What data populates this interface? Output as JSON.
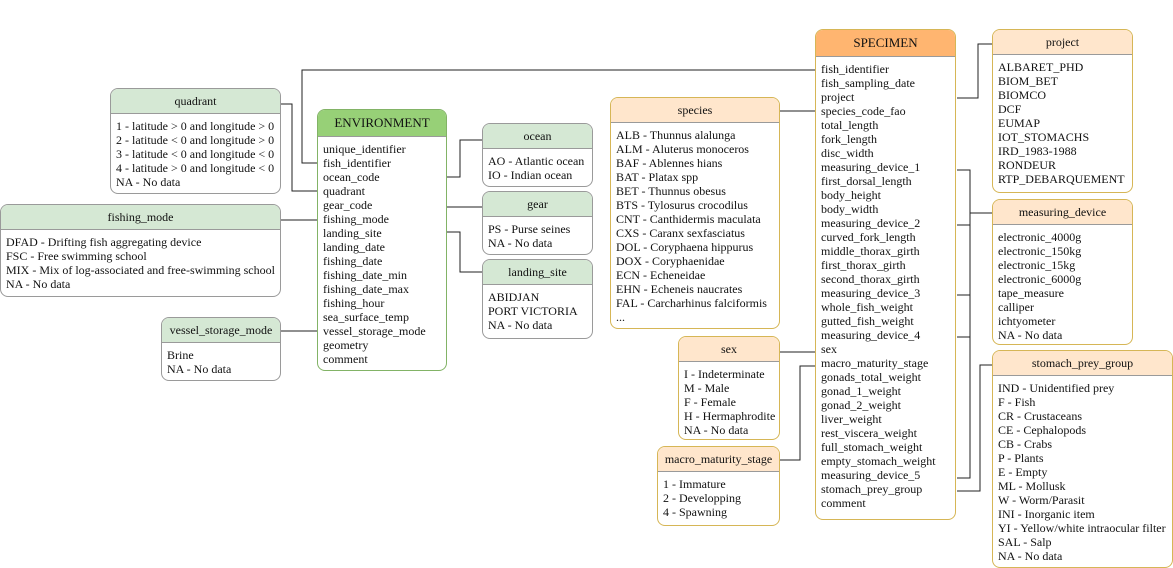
{
  "tables": {
    "quadrant": {
      "title": "quadrant",
      "rows": [
        "1 - latitude > 0 and longitude > 0",
        "2 - latitude < 0 and longitude > 0",
        "3 - latitude < 0 and longitude < 0",
        "4 - latitude > 0 and longitude < 0",
        "NA - No data"
      ]
    },
    "fishing_mode": {
      "title": "fishing_mode",
      "rows": [
        "DFAD - Drifting fish aggregating device",
        "FSC - Free swimming school",
        "MIX - Mix of log-associated and free-swimming school",
        "NA - No data"
      ]
    },
    "vessel_storage_mode": {
      "title": "vessel_storage_mode",
      "rows": [
        "Brine",
        "NA - No data"
      ]
    },
    "environment": {
      "title": "ENVIRONMENT",
      "rows": [
        "unique_identifier",
        "fish_identifier",
        "ocean_code",
        "quadrant",
        "gear_code",
        "fishing_mode",
        "landing_site",
        "landing_date",
        "fishing_date",
        "fishing_date_min",
        "fishing_date_max",
        "fishing_hour",
        "sea_surface_temp",
        "vessel_storage_mode",
        "geometry",
        "comment"
      ]
    },
    "ocean": {
      "title": "ocean",
      "rows": [
        "AO - Atlantic ocean",
        "IO - Indian ocean"
      ]
    },
    "gear": {
      "title": "gear",
      "rows": [
        "PS - Purse seines",
        "NA - No data"
      ]
    },
    "landing_site": {
      "title": "landing_site",
      "rows": [
        "ABIDJAN",
        "PORT VICTORIA",
        "NA - No data"
      ]
    },
    "species": {
      "title": "species",
      "rows": [
        "ALB - Thunnus alalunga",
        "ALM - Aluterus monoceros",
        "BAF - Ablennes hians",
        "BAT - Platax spp",
        "BET - Thunnus obesus",
        "BTS - Tylosurus crocodilus",
        "CNT - Canthidermis maculata",
        "CXS - Caranx sexfasciatus",
        "DOL - Coryphaena hippurus",
        "DOX - Coryphaenidae",
        "ECN - Echeneidae",
        "EHN - Echeneis naucrates",
        "FAL - Carcharhinus falciformis",
        "..."
      ]
    },
    "sex": {
      "title": "sex",
      "rows": [
        "I - Indeterminate",
        "M - Male",
        "F - Female",
        "H - Hermaphrodite",
        "NA - No data"
      ]
    },
    "macro_maturity_stage": {
      "title": "macro_maturity_stage",
      "rows": [
        "1 - Immature",
        "2 - Developping",
        "4 - Spawning"
      ]
    },
    "specimen": {
      "title": "SPECIMEN",
      "rows": [
        "fish_identifier",
        "fish_sampling_date",
        "project",
        "species_code_fao",
        "total_length",
        "fork_length",
        "disc_width",
        "measuring_device_1",
        "first_dorsal_length",
        "body_height",
        "body_width",
        "measuring_device_2",
        "curved_fork_length",
        "middle_thorax_girth",
        "first_thorax_girth",
        "second_thorax_girth",
        "measuring_device_3",
        "whole_fish_weight",
        "gutted_fish_weight",
        "measuring_device_4",
        "sex",
        "macro_maturity_stage",
        "gonads_total_weight",
        "gonad_1_weight",
        "gonad_2_weight",
        "liver_weight",
        "rest_viscera_weight",
        "full_stomach_weight",
        "empty_stomach_weight",
        "measuring_device_5",
        "stomach_prey_group",
        "comment"
      ]
    },
    "project": {
      "title": "project",
      "rows": [
        "ALBARET_PHD",
        "BIOM_BET",
        "BIOMCO",
        "DCF",
        "EUMAP",
        "IOT_STOMACHS",
        "IRD_1983-1988",
        "RONDEUR",
        "RTP_DEBARQUEMENT"
      ]
    },
    "measuring_device": {
      "title": "measuring_device",
      "rows": [
        "electronic_4000g",
        "electronic_150kg",
        "electronic_15kg",
        "electronic_6000g",
        "tape_measure",
        "calliper",
        "ichtyometer",
        "NA - No data"
      ]
    },
    "stomach_prey_group": {
      "title": "stomach_prey_group",
      "rows": [
        "IND - Unidentified prey",
        "F - Fish",
        "CR - Crustaceans",
        "CE - Cephalopods",
        "CB - Crabs",
        "P - Plants",
        "E - Empty",
        "ML - Mollusk",
        "W - Worm/Parasit",
        "INI - Inorganic item",
        "YI - Yellow/white intraocular filter",
        "SAL - Salp",
        "NA - No data"
      ]
    }
  }
}
